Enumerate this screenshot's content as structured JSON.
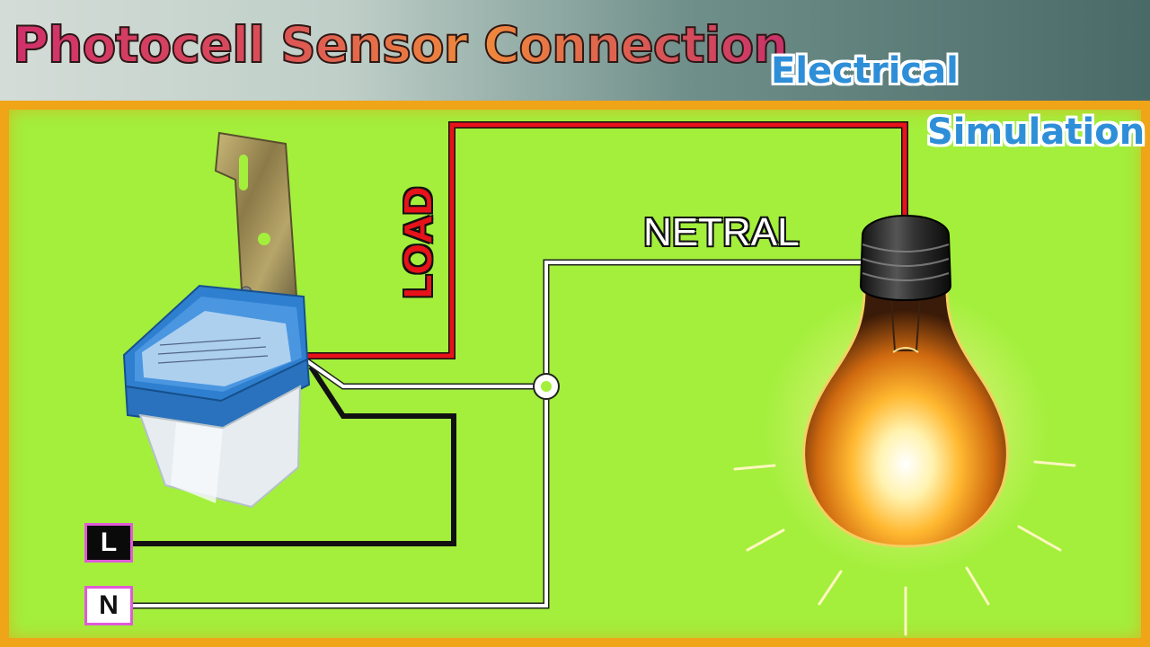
{
  "title": "Photocell Sensor Connection",
  "tags": {
    "electrical": "Electrical",
    "simulation": "Simulation"
  },
  "wires": {
    "load_label": "LOAD",
    "neutral_label": "NETRAL"
  },
  "terminals": {
    "live": "L",
    "neutral": "N"
  },
  "colors": {
    "background": "#a3ef3c",
    "frame": "#f0a418",
    "load_wire": "#e8121a",
    "live_wire": "#111111",
    "neutral_wire": "#ffffff",
    "sensor_body": "#2f7fd0",
    "bulb_glow": "#ffe070"
  },
  "icons": {
    "sensor": "photocell-sensor-icon",
    "bulb": "light-bulb-icon"
  }
}
